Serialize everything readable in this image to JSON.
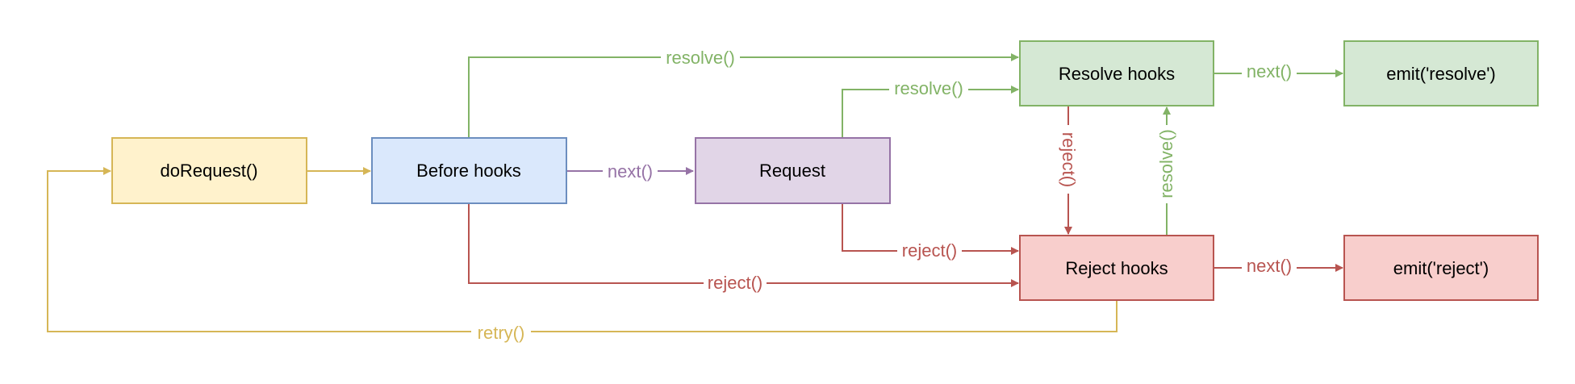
{
  "nodes": {
    "do_request": {
      "label": "doRequest()",
      "fill": "#fff2cc",
      "stroke": "#d6b656"
    },
    "before_hooks": {
      "label": "Before hooks",
      "fill": "#dae8fc",
      "stroke": "#6c8ebf"
    },
    "request": {
      "label": "Request",
      "fill": "#e1d5e7",
      "stroke": "#9673a6"
    },
    "resolve_hooks": {
      "label": "Resolve hooks",
      "fill": "#d5e8d4",
      "stroke": "#82b366"
    },
    "reject_hooks": {
      "label": "Reject hooks",
      "fill": "#f8cecc",
      "stroke": "#b85450"
    },
    "emit_resolve": {
      "label": "emit('resolve')",
      "fill": "#d5e8d4",
      "stroke": "#82b366"
    },
    "emit_reject": {
      "label": "emit('reject')",
      "fill": "#f8cecc",
      "stroke": "#b85450"
    }
  },
  "edges": {
    "before_next": {
      "label": "next()",
      "color": "#9673a6"
    },
    "before_resolve": {
      "label": "resolve()",
      "color": "#82b366"
    },
    "request_resolve": {
      "label": "resolve()",
      "color": "#82b366"
    },
    "request_reject": {
      "label": "reject()",
      "color": "#b85450"
    },
    "before_reject": {
      "label": "reject()",
      "color": "#b85450"
    },
    "resolve_to_reject": {
      "label": "reject()",
      "color": "#b85450"
    },
    "reject_to_resolve": {
      "label": "resolve()",
      "color": "#82b366"
    },
    "resolve_next": {
      "label": "next()",
      "color": "#82b366"
    },
    "reject_next": {
      "label": "next()",
      "color": "#b85450"
    },
    "retry": {
      "label": "retry()",
      "color": "#d6b656"
    },
    "do_to_before": {
      "label": "",
      "color": "#d6b656"
    }
  }
}
